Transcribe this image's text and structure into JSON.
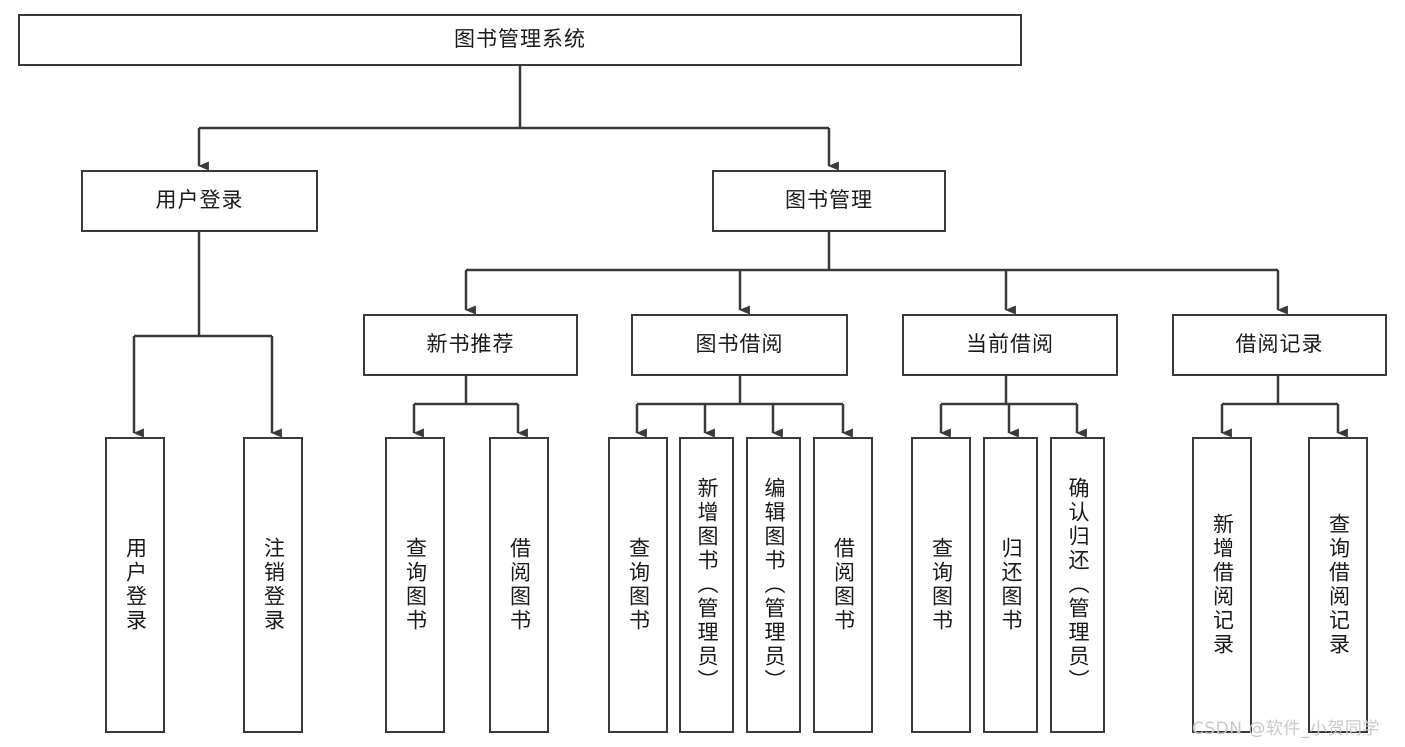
{
  "diagram": {
    "title": "图书管理系统",
    "type": "hierarchy-tree",
    "watermark": "CSDN @软件_小贺同学",
    "colors": {
      "stroke": "#3a3a3a",
      "box_fill": "#ffffff",
      "text": "#1a1a1a",
      "background": "#ffffff",
      "watermark": "#c9c9c9"
    },
    "levels": {
      "root": {
        "label": "图书管理系统",
        "orientation": "horizontal"
      },
      "level2": [
        {
          "label": "用户登录",
          "orientation": "horizontal"
        },
        {
          "label": "图书管理",
          "orientation": "horizontal"
        }
      ],
      "level3": [
        {
          "label": "新书推荐",
          "orientation": "horizontal"
        },
        {
          "label": "图书借阅",
          "orientation": "horizontal"
        },
        {
          "label": "当前借阅",
          "orientation": "horizontal"
        },
        {
          "label": "借阅记录",
          "orientation": "horizontal"
        }
      ],
      "leaves": {
        "user_login": [
          {
            "label": "用户登录",
            "orientation": "vertical"
          },
          {
            "label": "注销登录",
            "orientation": "vertical"
          }
        ],
        "new_book_recommend": [
          {
            "label": "查询图书",
            "orientation": "vertical"
          },
          {
            "label": "借阅图书",
            "orientation": "vertical"
          }
        ],
        "book_borrow": [
          {
            "label": "查询图书",
            "orientation": "vertical"
          },
          {
            "label": "新增图书（管理员）",
            "orientation": "vertical"
          },
          {
            "label": "编辑图书（管理员）",
            "orientation": "vertical"
          },
          {
            "label": "借阅图书",
            "orientation": "vertical"
          }
        ],
        "current_borrow": [
          {
            "label": "查询图书",
            "orientation": "vertical"
          },
          {
            "label": "归还图书",
            "orientation": "vertical"
          },
          {
            "label": "确认归还（管理员）",
            "orientation": "vertical"
          }
        ],
        "borrow_record": [
          {
            "label": "新增借阅记录",
            "orientation": "vertical"
          },
          {
            "label": "查询借阅记录",
            "orientation": "vertical"
          }
        ]
      }
    }
  }
}
